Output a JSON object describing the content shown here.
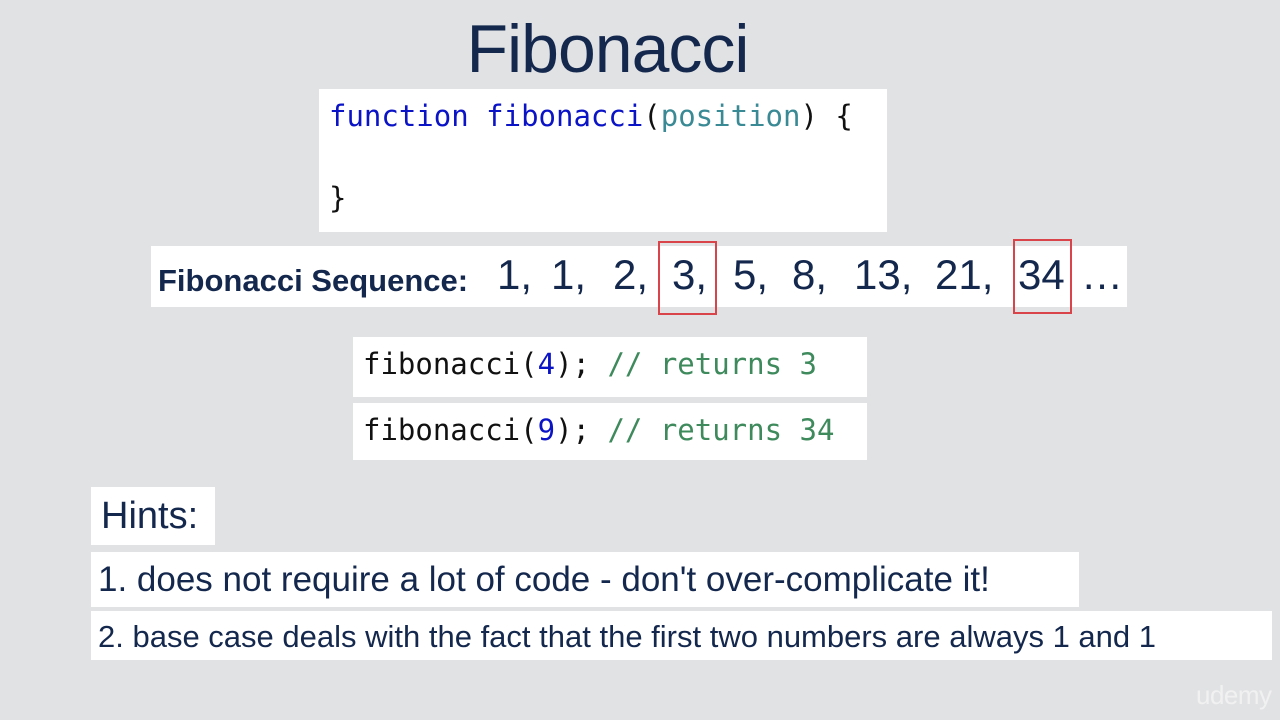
{
  "title": "Fibonacci",
  "code": {
    "keyword": "function",
    "function_name": "fibonacci",
    "open_paren": "(",
    "param": "position",
    "close_paren_brace": ") {",
    "closing_brace": "}"
  },
  "sequence": {
    "label": "Fibonacci Sequence:",
    "items": [
      "1,",
      "1,",
      "2,",
      "3,",
      "5,",
      "8,",
      "13,",
      "21,",
      "34",
      "…"
    ],
    "highlighted_values": [
      "3",
      "34"
    ],
    "highlight_color": "#d9434a"
  },
  "examples": [
    {
      "fn": "fibonacci(",
      "arg": "4",
      "rest": ");",
      "comment": "// returns 3"
    },
    {
      "fn": "fibonacci(",
      "arg": "9",
      "rest": ");",
      "comment": "// returns 34"
    }
  ],
  "hints": {
    "title": "Hints:",
    "items": [
      "1. does not require a lot of code - don't over-complicate it!",
      "2. base case deals with the fact that the first two numbers are always 1 and 1"
    ]
  },
  "logo": "udemy",
  "colors": {
    "background": "#e1e2e4",
    "title": "#14284e",
    "keyword": "#0b13c6",
    "param": "#3a8a95",
    "comment": "#3e8a5c"
  }
}
